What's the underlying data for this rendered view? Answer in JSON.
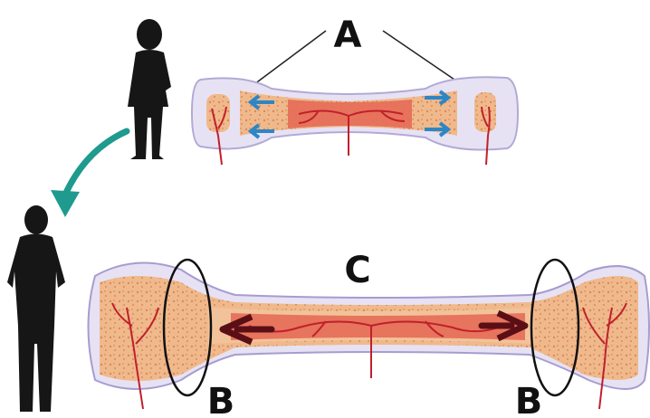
{
  "labels": {
    "a": "A",
    "b_left": "B",
    "b_right": "B",
    "c": "C"
  },
  "colors": {
    "cartilage": "#dcd6ee",
    "cartilage_edge": "#9c8fc8",
    "bone": "#f2c39a",
    "bone_dark": "#e8a277",
    "marrow": "#e56b57",
    "vessel": "#c0202c",
    "growth_arrow": "#2d86c6",
    "elongation_arrow": "#5a0f16",
    "curved_arrow": "#1f9a8e",
    "silhouette": "#161616"
  }
}
